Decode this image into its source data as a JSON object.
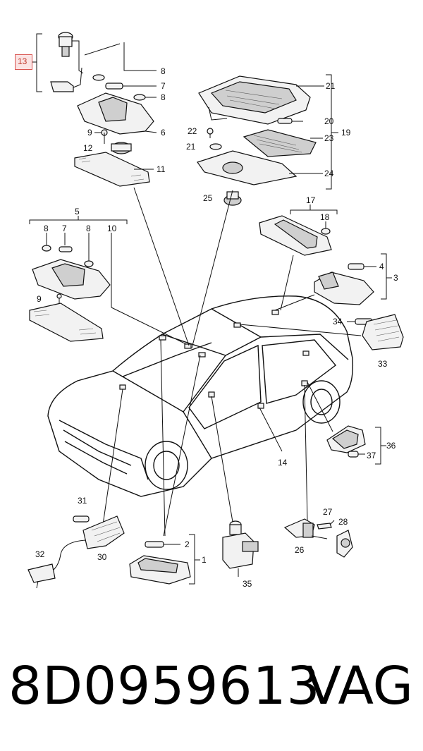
{
  "callouts": {
    "c1": "1",
    "c2": "2",
    "c3": "3",
    "c4": "4",
    "c5": "5",
    "c6": "6",
    "c7a": "7",
    "c7b": "7",
    "c8a": "8",
    "c8b": "8",
    "c8c": "8",
    "c8d": "8",
    "c9a": "9",
    "c9b": "9",
    "c10": "10",
    "c11": "11",
    "c12": "12",
    "c13": "13",
    "c14": "14",
    "c17": "17",
    "c18": "18",
    "c19": "19",
    "c20": "20",
    "c21a": "21",
    "c21b": "21",
    "c22": "22",
    "c23": "23",
    "c24": "24",
    "c25": "25",
    "c26": "26",
    "c27": "27",
    "c28": "28",
    "c30": "30",
    "c31": "31",
    "c32": "32",
    "c33": "33",
    "c34": "34",
    "c35": "35",
    "c36": "36",
    "c37": "37"
  },
  "footer": {
    "part_number": "8D0959613",
    "brand": "VAG"
  },
  "colors": {
    "highlight_border": "#d9534f",
    "highlight_fill": "#fbe3e3"
  }
}
